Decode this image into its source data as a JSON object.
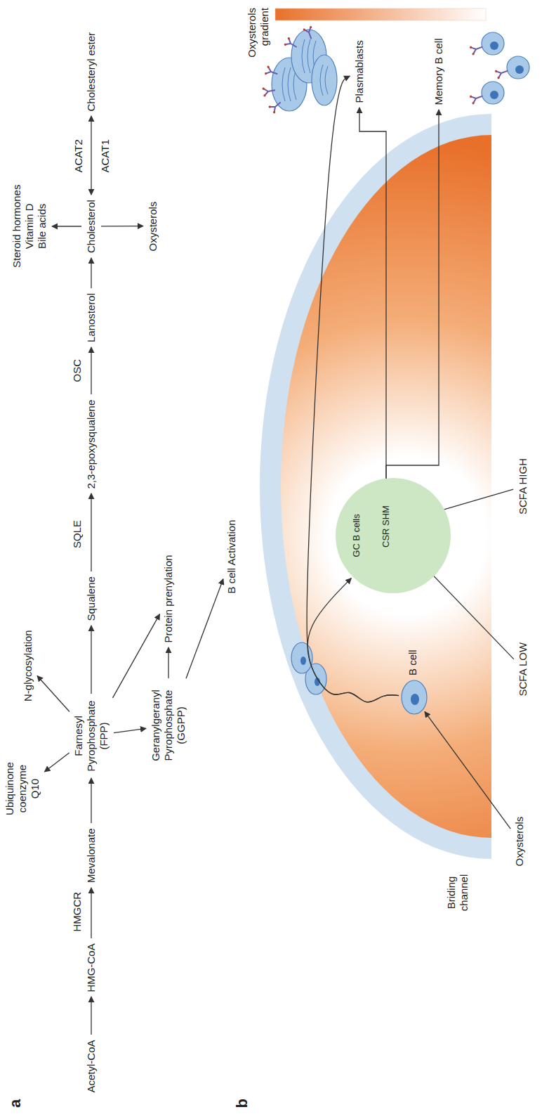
{
  "diagram": {
    "nodes": [
      {
        "text": [
          "Acetyl-CoA"
        ]
      },
      {
        "text": [
          "HMG-CoA"
        ]
      },
      {
        "text": [
          "Mevalonate"
        ]
      },
      {
        "text": [
          "Farnesyl Pyrophosphate (FPP)"
        ]
      },
      {
        "text": [
          "Ubiquinone coenzyme Q10"
        ]
      },
      {
        "text": [
          "N-glycosylation"
        ]
      },
      {
        "text": [
          "Geranylgeranyl Pyrophosphate (GGPP)"
        ]
      },
      {
        "text": [
          "Protein prenylation"
        ]
      },
      {
        "text": [
          "B cell Activation"
        ]
      },
      {
        "text": [
          "Squalene"
        ]
      },
      {
        "text": [
          "2,3-epoxysqualene"
        ]
      },
      {
        "text": [
          "Lanosterol"
        ]
      },
      {
        "text": [
          "Cholesterol"
        ]
      },
      {
        "text": [
          "Steroid hormones",
          "Vitamin D",
          "Bile acids"
        ]
      },
      {
        "text": [
          "Oxysterols"
        ]
      },
      {
        "text": [
          "Cholesteryl ester"
        ]
      },
      {
        "text": [
          "Oxysterols"
        ]
      },
      {
        "text": [
          "B cell"
        ]
      },
      {
        "text": [
          "GC B cells"
        ]
      },
      {
        "text": [
          "CSR SHM"
        ],
        "in": 18
      },
      {
        "text": [
          "SCFA LOW"
        ]
      },
      {
        "text": [
          "SCFA HIGH"
        ]
      },
      {
        "text": [
          "Plasmablasts"
        ]
      },
      {
        "text": [
          "Memory B cell"
        ]
      }
    ],
    "edges": [
      {
        "from": 0,
        "to": 1,
        "arrow": "to"
      },
      {
        "from": 1,
        "to": 2,
        "arrow": "to"
      },
      {
        "from": 2,
        "to": 3,
        "arrow": "to"
      },
      {
        "from": 3,
        "to": 4,
        "arrow": "to"
      },
      {
        "from": 3,
        "to": 5,
        "arrow": "to"
      },
      {
        "from": 3,
        "to": 6,
        "arrow": "to"
      },
      {
        "from": 3,
        "to": 7,
        "arrow": "to"
      },
      {
        "from": 6,
        "to": 7,
        "arrow": "to"
      },
      {
        "from": 6,
        "to": 8,
        "arrow": "to"
      },
      {
        "from": 3,
        "to": 9,
        "arrow": "to"
      },
      {
        "from": 9,
        "to": 10,
        "arrow": "to"
      },
      {
        "from": 10,
        "to": 11,
        "arrow": "to"
      },
      {
        "from": 11,
        "to": 12,
        "arrow": "to"
      },
      {
        "from": 12,
        "to": 13,
        "arrow": "to"
      },
      {
        "from": 12,
        "to": 14,
        "arrow": "to"
      },
      {
        "from": 12,
        "to": 15,
        "arrow": "both"
      },
      {
        "from": 16,
        "to": 17,
        "arrow": "to"
      },
      {
        "from": 17,
        "to": 18,
        "arrow": "to"
      },
      {
        "from": 17,
        "to": 22,
        "arrow": "to"
      },
      {
        "from": 19,
        "to": 22,
        "arrow": "to"
      },
      {
        "from": 19,
        "to": 23,
        "arrow": "to"
      },
      {
        "from": 20,
        "to": 19,
        "arrow": "to"
      },
      {
        "from": 21,
        "to": 19,
        "arrow": "to"
      }
    ],
    "labels": [
      "a",
      "HMGCR",
      "SQLE",
      "OSC",
      "ACAT2",
      "ACAT1",
      "b",
      "Briding channel"
    ],
    "legend": [
      {
        "text": "Oxysterols gradient"
      }
    ]
  }
}
